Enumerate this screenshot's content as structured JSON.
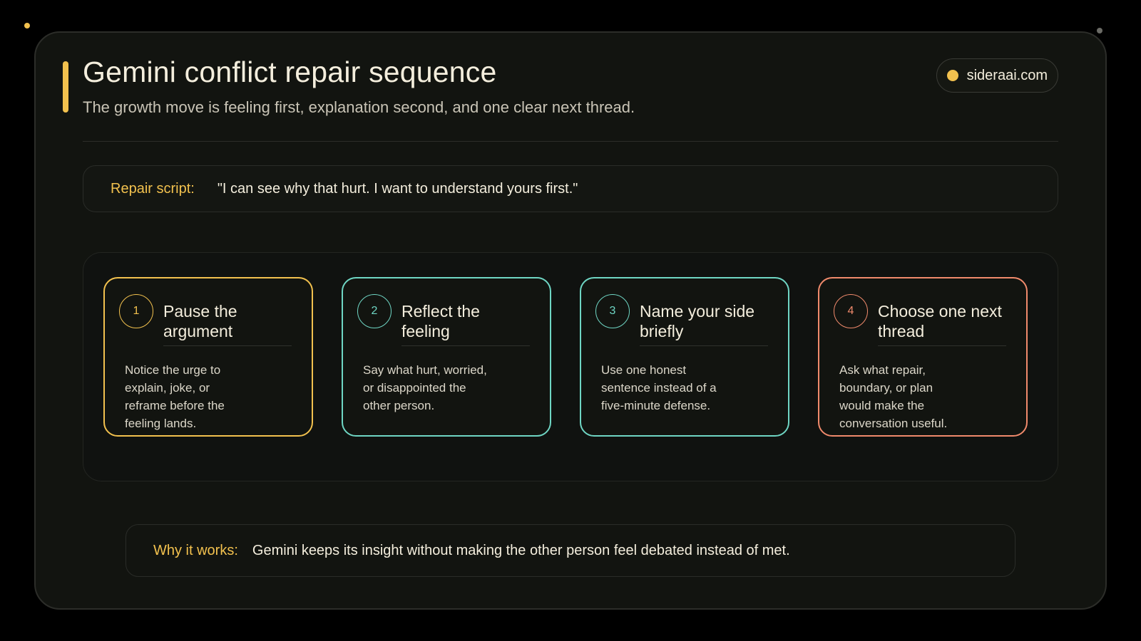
{
  "header": {
    "title": "Gemini conflict repair sequence",
    "subtitle": "The growth move is feeling first, explanation second, and one clear next thread.",
    "brand": "sideraai.com"
  },
  "script": {
    "label": "Repair script:",
    "text": "\"I can see why that hurt. I want to understand yours first.\""
  },
  "steps": [
    {
      "number": "1",
      "title": "Pause the argument",
      "body": "Notice the urge to explain, joke, or reframe before the feeling lands.",
      "color": "#f2c14e"
    },
    {
      "number": "2",
      "title": "Reflect the feeling",
      "body": "Say what hurt, worried, or disappointed the other person.",
      "color": "#6fd6c4"
    },
    {
      "number": "3",
      "title": "Name your side briefly",
      "body": "Use one honest sentence instead of a five-minute defense.",
      "color": "#6fd6c4"
    },
    {
      "number": "4",
      "title": "Choose one next thread",
      "body": "Ask what repair, boundary, or plan would make the conversation useful.",
      "color": "#f08a6c"
    }
  ],
  "why": {
    "label": "Why it works:",
    "text": "Gemini keeps its insight without making the other person feel debated instead of met."
  },
  "colors": {
    "accent": "#f2c14e",
    "background": "#121410",
    "text": "#f4eedd"
  }
}
